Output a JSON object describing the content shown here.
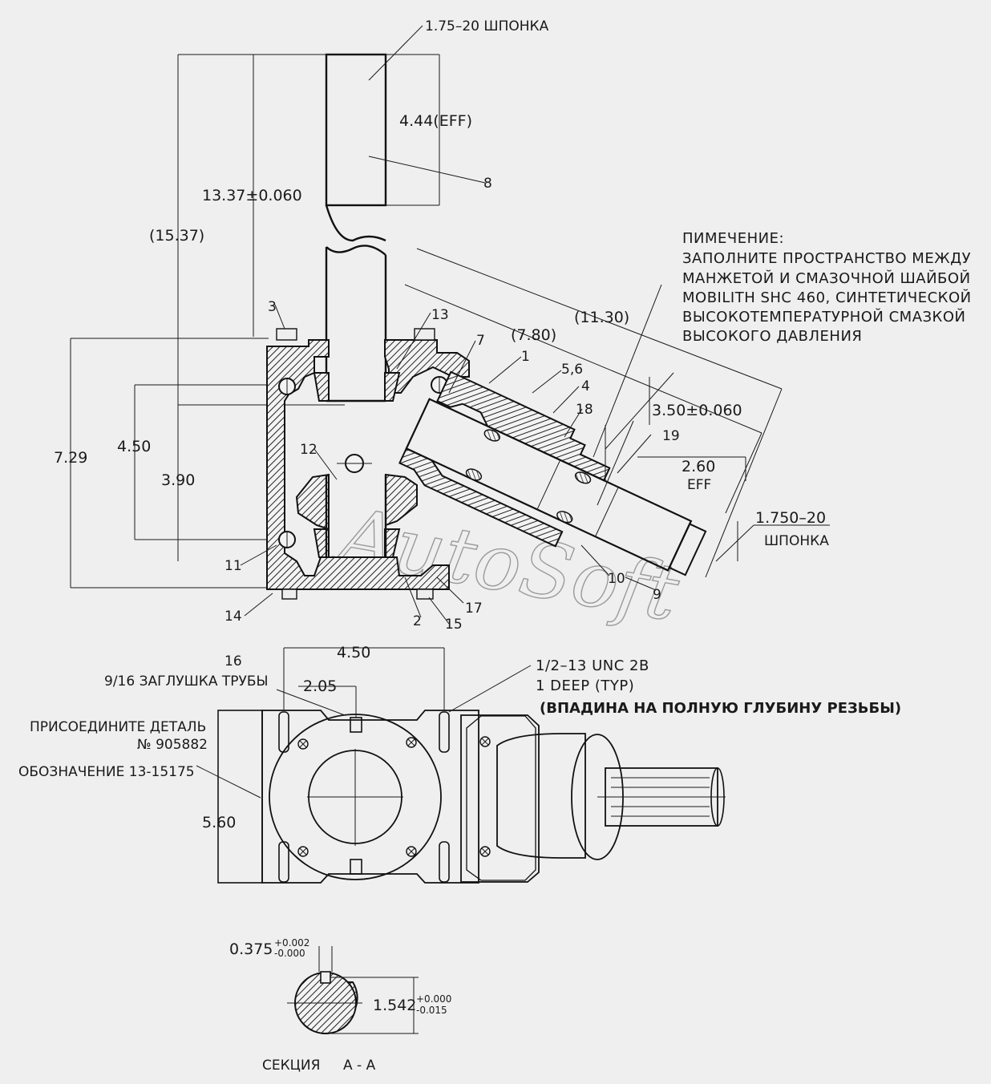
{
  "title_labels": {
    "spline_top": "1.75–20 ШПОНКА",
    "eff_top": "4.44(EFF)",
    "part8": "8",
    "dim_1337": "13.37±0.060",
    "dim_1537": "(15.37)",
    "part3": "3",
    "part13": "13",
    "part7": "7",
    "part1": "1",
    "part56": "5,6",
    "part4": "4",
    "part18": "18",
    "part19": "19",
    "dim_780": "(7.80)",
    "dim_1130": "(11.30)",
    "dim_350": "3.50±0.060",
    "dim_260": "2.60",
    "eff_side": "EFF",
    "spline_side_1": "1.750–20",
    "spline_side_2": "ШПОНКА",
    "dim_729": "7.29",
    "dim_450_v": "4.50",
    "dim_390": "3.90",
    "part12": "12",
    "part11": "11",
    "part14": "14",
    "part2": "2",
    "part15": "15",
    "part17": "17",
    "part10": "10",
    "part9": "9"
  },
  "note": {
    "lines": [
      "ПИМЕЧЕНИЕ:",
      "ЗАПОЛНИТЕ ПРОСТРАНСТВО МЕЖДУ",
      "МАНЖЕТОЙ И СМАЗОЧНОЙ ШАЙБОЙ",
      "MOBILITH SHC 460, СИНТЕТИЧЕСКОЙ",
      "ВЫСОКОТЕМПЕРАТУРНОЙ СМАЗКОЙ",
      "ВЫСОКОГО ДАВЛЕНИЯ"
    ]
  },
  "bottom_view": {
    "part16": "16",
    "dim_450": "4.50",
    "pipe_plug": "9/16 ЗАГЛУШКА ТРУБЫ",
    "dim_205": "2.05",
    "thread_1": "1/2–13  UNC  2B",
    "thread_2": "1  DEEP  (TYP)",
    "thread_3": "(ВПАДИНА НА ПОЛНУЮ ГЛУБИНУ РЕЗЬБЫ)",
    "attach_1": "ПРИСОЕДИНИТЕ ДЕТАЛЬ",
    "attach_2": "№ 905882",
    "designation": "ОБОЗНАЧЕНИЕ 13-15175",
    "dim_560": "5.60"
  },
  "section": {
    "key_dim": "0.375",
    "key_tol_up": "+0.002",
    "key_tol_dn": "-0.000",
    "dia_dim": "1.542",
    "dia_tol_up": "+0.000",
    "dia_tol_dn": "-0.015",
    "caption_1": "СЕКЦИЯ",
    "caption_2": "A - A"
  },
  "watermark": "AutoSoft"
}
